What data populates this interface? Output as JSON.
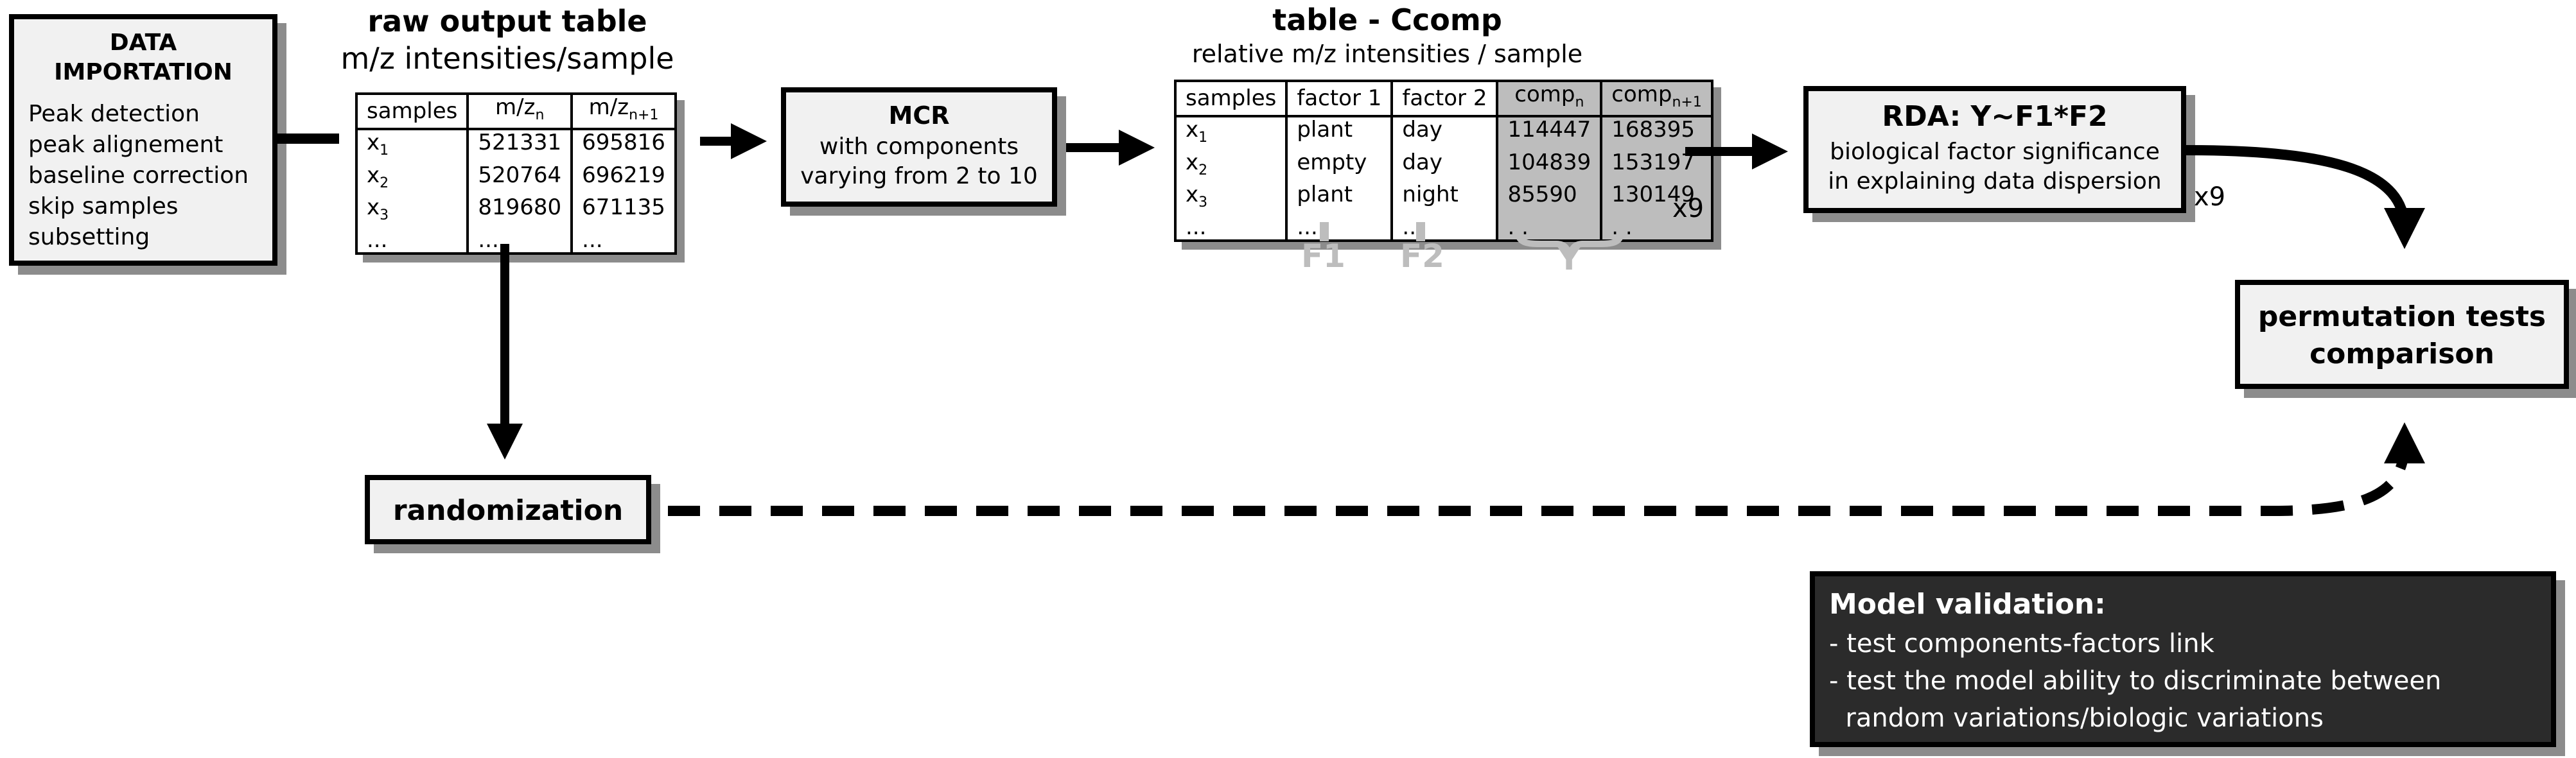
{
  "data_importation": {
    "title": "DATA\nIMPORTATION",
    "steps": [
      "Peak detection",
      "peak alignement",
      "baseline correction",
      "skip samples",
      "subsetting"
    ]
  },
  "raw_table": {
    "title": "raw output table",
    "subtitle": "m/z intensities/sample",
    "headers": [
      "samples",
      "m/z",
      "m/z"
    ],
    "header_subs": [
      "",
      "n",
      "n+1"
    ],
    "rows": [
      {
        "sample": "x",
        "sub": "1",
        "v1": "521331",
        "v2": "695816"
      },
      {
        "sample": "x",
        "sub": "2",
        "v1": "520764",
        "v2": "696219"
      },
      {
        "sample": "x",
        "sub": "3",
        "v1": "819680",
        "v2": "671135"
      },
      {
        "sample": "...",
        "sub": "",
        "v1": "...",
        "v2": "..."
      }
    ]
  },
  "mcr": {
    "title": "MCR",
    "line1": "with components",
    "line2": "varying from 2 to 10"
  },
  "ccomp_table": {
    "title": "table - Ccomp",
    "subtitle": "relative m/z intensities / sample",
    "headers": [
      "samples",
      "factor 1",
      "factor 2",
      "comp",
      "comp"
    ],
    "header_subs": [
      "",
      "",
      "",
      "n",
      "n+1"
    ],
    "rows": [
      {
        "sample": "x",
        "sub": "1",
        "f1": "plant",
        "f2": "day",
        "c1": "114447",
        "c2": "168395"
      },
      {
        "sample": "x",
        "sub": "2",
        "f1": "empty",
        "f2": "day",
        "c1": "104839",
        "c2": "153197"
      },
      {
        "sample": "x",
        "sub": "3",
        "f1": "plant",
        "f2": "night",
        "c1": "85590",
        "c2": "130149"
      },
      {
        "sample": "...",
        "sub": "",
        "f1": "...",
        "f2": "...",
        "c1": "...",
        "c2": "..."
      }
    ],
    "multiplier": "x9",
    "labels": {
      "f1": "F1",
      "f2": "F2",
      "y": "Y"
    }
  },
  "rda": {
    "title": "RDA: Y~F1*F2",
    "line1": "biological factor significance",
    "line2": "in explaining data dispersion",
    "multiplier": "x9"
  },
  "permutation": {
    "line1": "permutation tests",
    "line2": "comparison"
  },
  "randomization": {
    "label": "randomization"
  },
  "model_validation": {
    "title": "Model validation:",
    "items": [
      "- test components-factors link",
      "- test the model ability to discriminate between",
      "  random variations/biologic variations"
    ]
  }
}
